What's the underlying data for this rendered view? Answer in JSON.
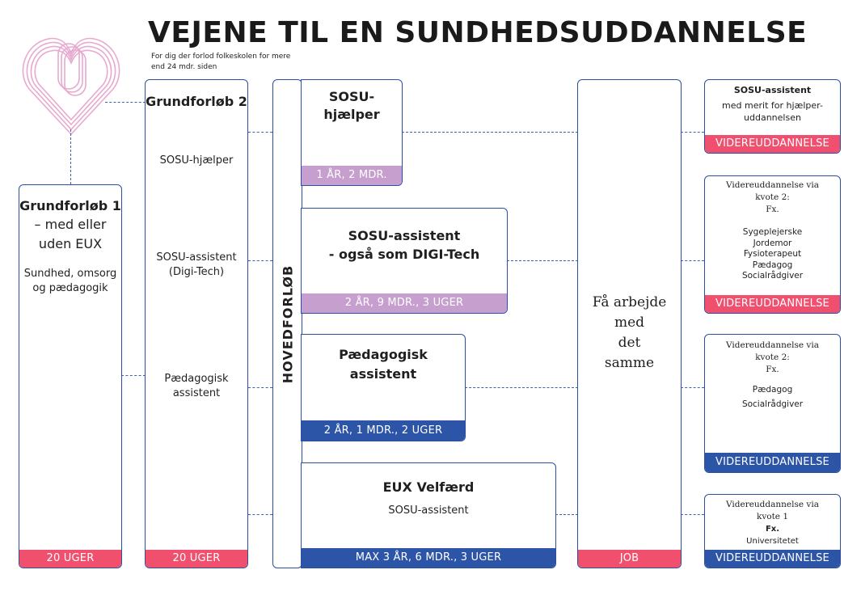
{
  "title": "VEJENE TIL EN SUNDHEDSUDDANNELSE",
  "subtitle": [
    "For dig der forlod folkeskolen for mere",
    "end 24 mdr. siden"
  ],
  "colors": {
    "blue": "#2c55a8",
    "pink": "#f0506e",
    "lilac": "#c79fcf",
    "logo": "#e7a9cf"
  },
  "grundforloeb1": {
    "title": "Grundforløb 1",
    "lines": [
      "– med eller",
      "uden EUX"
    ],
    "desc": [
      "Sundhed, omsorg",
      "og pædagogik"
    ],
    "duration": "20 UGER"
  },
  "grundforloeb2": {
    "title": "Grundforløb 2",
    "options": [
      [
        "SOSU-hjælper"
      ],
      [
        "SOSU-assistent",
        "(Digi-Tech)"
      ],
      [
        "Pædagogisk",
        "assistent"
      ]
    ],
    "duration": "20 UGER"
  },
  "hovedforloeb": {
    "label": "HOVEDFORLØB"
  },
  "educations": [
    {
      "title": [
        "SOSU-",
        "hjælper"
      ],
      "subtitle": "",
      "duration": "1 ÅR, 2 MDR."
    },
    {
      "title": [
        "SOSU-assistent",
        "- også som DIGI-Tech"
      ],
      "subtitle": "",
      "duration": "2 ÅR, 9 MDR., 3 UGER"
    },
    {
      "title": [
        "Pædagogisk",
        "assistent"
      ],
      "subtitle": "",
      "duration": "2 ÅR, 1 MDR., 2 UGER"
    },
    {
      "title": [
        "EUX Velfærd"
      ],
      "subtitle": "SOSU-assistent",
      "duration": "MAX 3 ÅR, 6 MDR., 3 UGER"
    }
  ],
  "job": {
    "text": [
      "Få arbejde med",
      "det",
      "samme"
    ],
    "label": "JOB"
  },
  "further": [
    {
      "heading": "SOSU-assistent",
      "lines": [
        "med merit for hjælper-",
        "uddannelsen"
      ],
      "label": "VIDEREUDDANNELSE"
    },
    {
      "heading_lines": [
        "Videreuddannelse via",
        "kvote 2:",
        "Fx."
      ],
      "lines": [
        "Sygeplejerske",
        "Jordemor",
        "Fysioterapeut",
        "Pædagog",
        "Socialrådgiver"
      ],
      "label": "VIDEREUDDANNELSE"
    },
    {
      "heading_lines": [
        "Videreuddannelse via",
        "kvote 2:",
        "Fx."
      ],
      "lines": [
        "Pædagog",
        "Socialrådgiver"
      ],
      "label": "VIDEREUDDANNELSE"
    },
    {
      "heading_lines": [
        "Videreuddannelse via",
        "kvote 1",
        "Fx.",
        "Universitetet"
      ],
      "label": "VIDEREUDDANNELSE"
    }
  ]
}
